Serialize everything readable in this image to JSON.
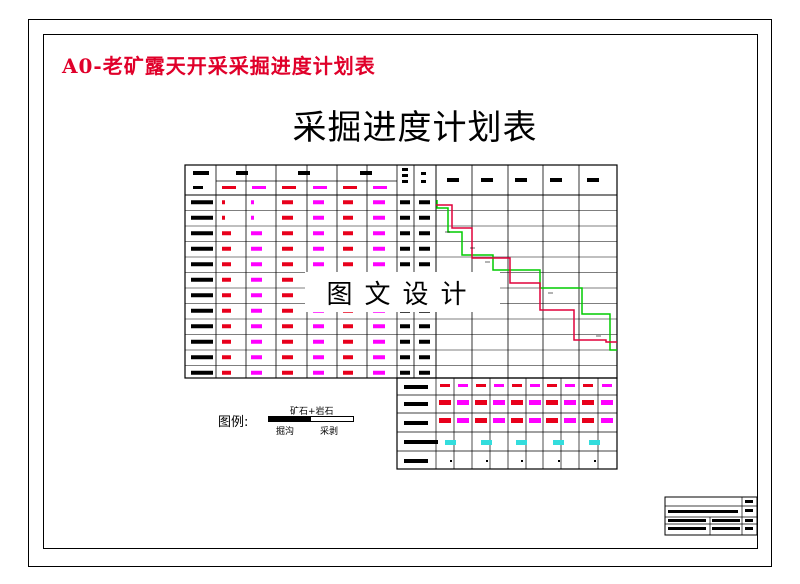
{
  "document": {
    "corner_title": "A0-老矿露天开采采掘进度计划表",
    "main_title": "采掘进度计划表",
    "watermark": "图文设计"
  },
  "legend": {
    "label": "图例:",
    "top_text": "矿石+岩石",
    "left_text": "掘沟",
    "right_text": "采剥"
  },
  "colors": {
    "red": "#e8001c",
    "magenta": "#ff00ff",
    "black": "#000000",
    "green": "#00cc00",
    "crimson": "#e0003a",
    "cyan": "#33dddd"
  },
  "main_table_rows": 12,
  "lower_table_rows": 5
}
